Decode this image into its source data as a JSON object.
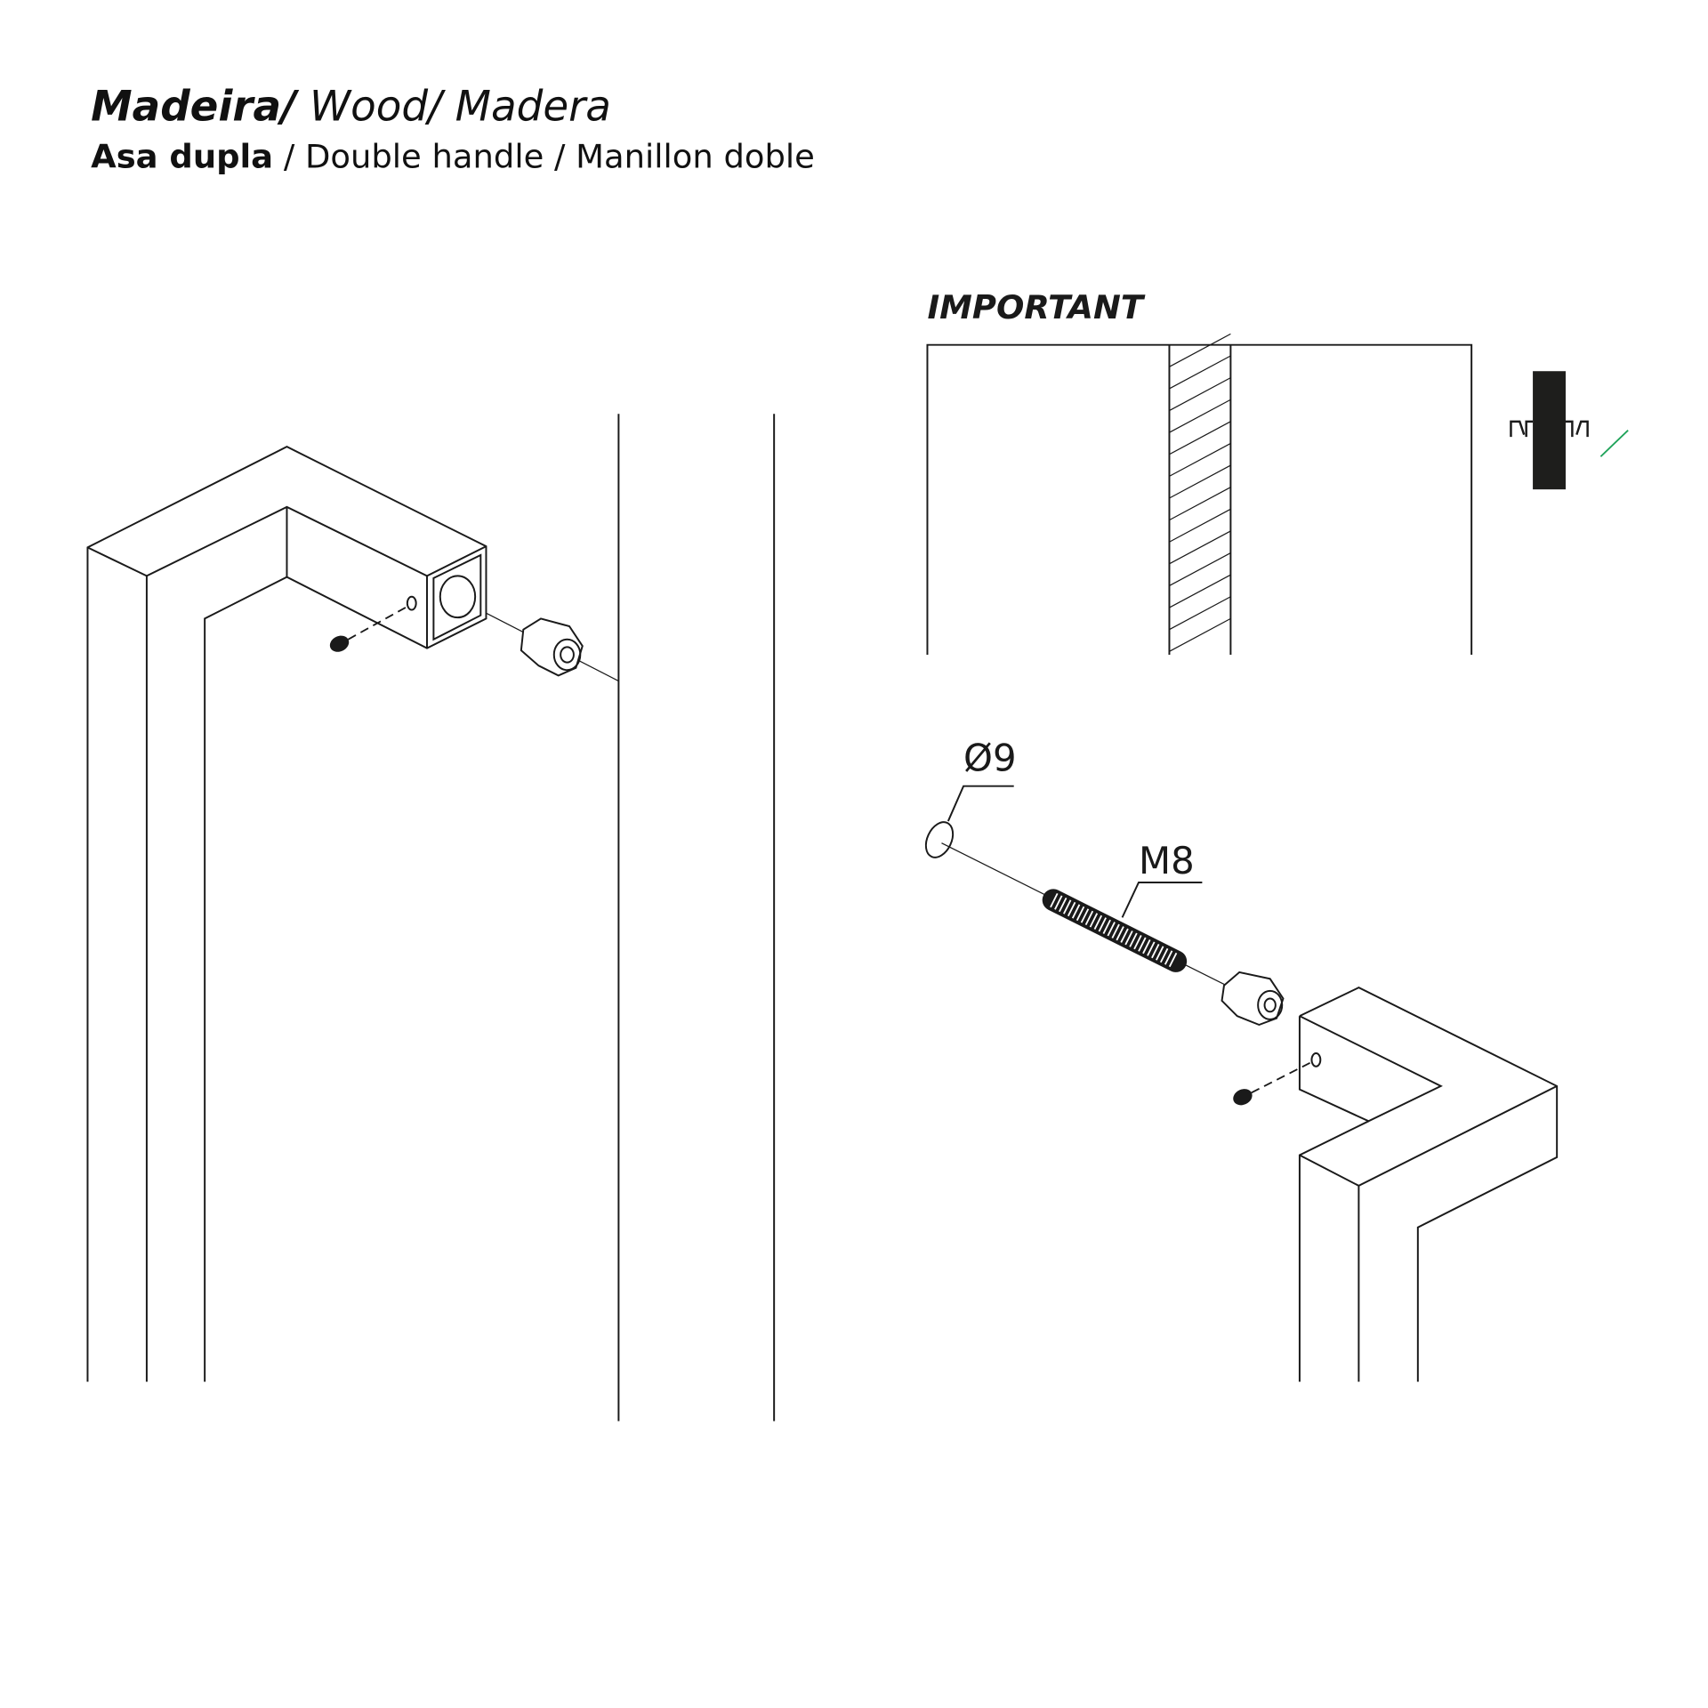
{
  "header": {
    "title_bold": "Madeira/",
    "title_rest": " Wood/ Madera",
    "subtitle_bold": "Asa  dupla",
    "subtitle_rest": " / Double handle / Manillon doble"
  },
  "important_label": "IMPORTANT",
  "dimensions": {
    "diameter": "Ø9",
    "thread": "M8"
  },
  "colors": {
    "ink": "#1a1a1a",
    "accent": "#1fa35a"
  }
}
